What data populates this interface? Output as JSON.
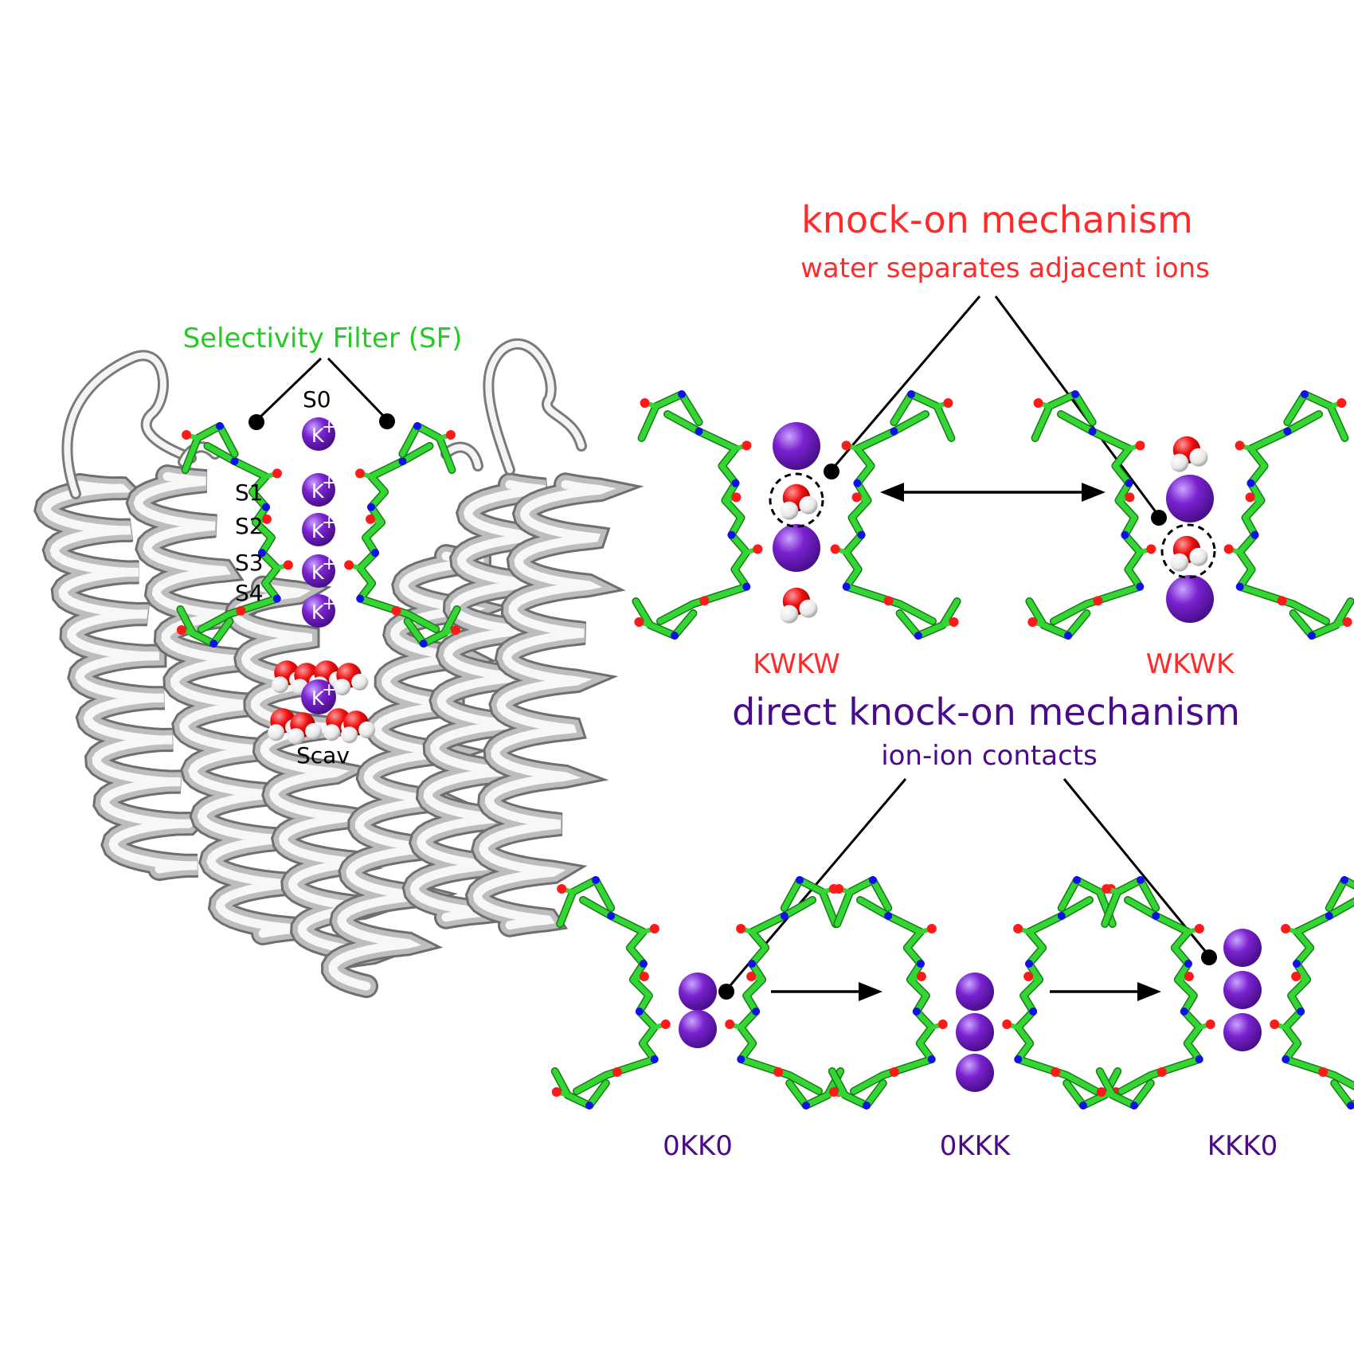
{
  "colors": {
    "knock_on": "#ff2a2a",
    "direct": "#4a0a8c",
    "sf_label": "#22cc22",
    "ion": "#7722c8",
    "ion_hi": "#b48af0",
    "oxygen": "#ff1a1a",
    "hydrogen": "#ffffff",
    "carbon": "#33d633",
    "nitrogen": "#1010ee",
    "protein": "#e8e8e8",
    "protein_edge": "#9a9a9a",
    "line": "#000000"
  },
  "channel": {
    "sf_label": "Selectivity Filter (SF)",
    "sites": [
      "S0",
      "S1",
      "S2",
      "S3",
      "S4"
    ],
    "ion_symbol": "K",
    "ion_charge": "+",
    "cavity_label": "Scav"
  },
  "knock_on": {
    "title": "knock-on mechanism",
    "subtitle": "water separates adjacent ions",
    "states": [
      "KWKW",
      "WKWK"
    ]
  },
  "direct": {
    "title": "direct knock-on mechanism",
    "subtitle": "ion-ion contacts",
    "states": [
      "0KK0",
      "0KKK",
      "KKK0"
    ]
  }
}
